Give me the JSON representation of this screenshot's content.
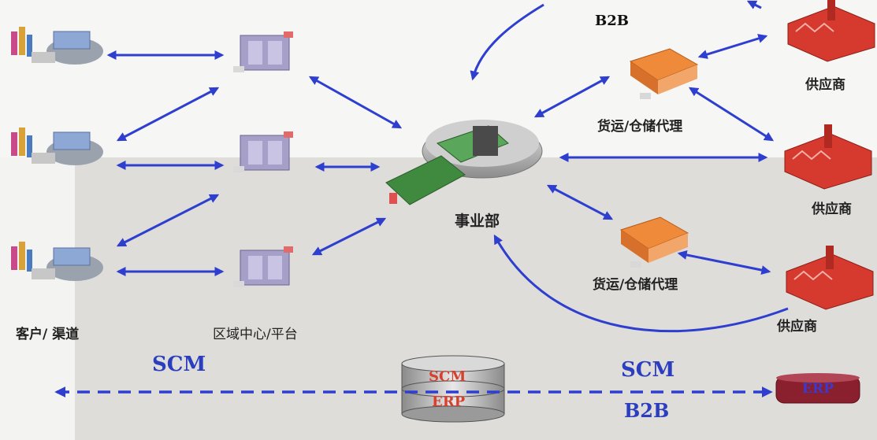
{
  "labels": {
    "b2b_top": "B2B",
    "supplier_1": "供应商",
    "supplier_2": "供应商",
    "supplier_3": "供应商",
    "agent_top": "货运/仓储代理",
    "agent_bottom": "货运/仓储代理",
    "division": "事业部",
    "customers": "客户/ 渠道",
    "regional": "区域中心/平台",
    "scm_left": "SCM",
    "scm_right": "SCM",
    "b2b_bottom": "B2B",
    "db_top": "SCM",
    "db_bottom": "ERP",
    "erp_right": "ERP"
  },
  "colors": {
    "arrow": "#2e3fd0",
    "supplier": "#d63a2e",
    "agent": "#ee8a3a",
    "hub": "#9a9a9a",
    "board": "#3f8a3f",
    "platform": "#a6a0c8",
    "db_text": "#d6402e",
    "erp_box": "#8a1f2e"
  }
}
